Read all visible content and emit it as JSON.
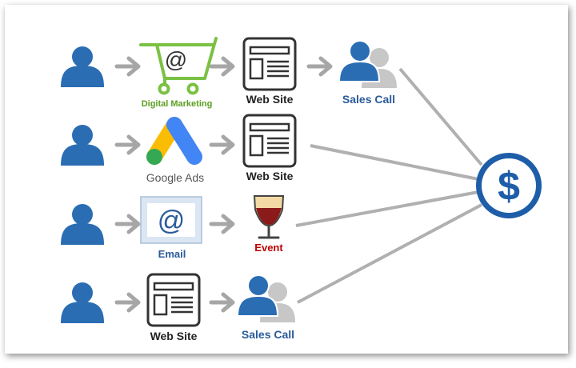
{
  "colors": {
    "person_blue": "#2a6db3",
    "arrow_gray": "#a6a6a6",
    "line_gray": "#b0b0b0",
    "cart_green": "#7bc143",
    "label_green": "#5a9e1f",
    "label_blue": "#2a5b9a",
    "label_red": "#c00000",
    "dollar_blue": "#1e5ea8"
  },
  "icons": {
    "person": "person-icon",
    "cart": "shopping-cart-at-icon",
    "google_ads": "google-ads-logo-icon",
    "website": "web-page-icon",
    "sales_call": "people-pair-icon",
    "email": "email-envelope-at-icon",
    "event": "wine-glass-icon",
    "dollar": "dollar-circle-icon"
  },
  "rows": [
    {
      "channel_label": "Digital Marketing",
      "step2_label": "Web Site",
      "step3_label": "Sales Call"
    },
    {
      "channel_label": "Google Ads",
      "step2_label": "Web Site"
    },
    {
      "channel_label": "Email",
      "step2_label": "Event"
    },
    {
      "channel_label": "Web Site",
      "step2_label": "Sales Call"
    }
  ],
  "goal_symbol": "$"
}
